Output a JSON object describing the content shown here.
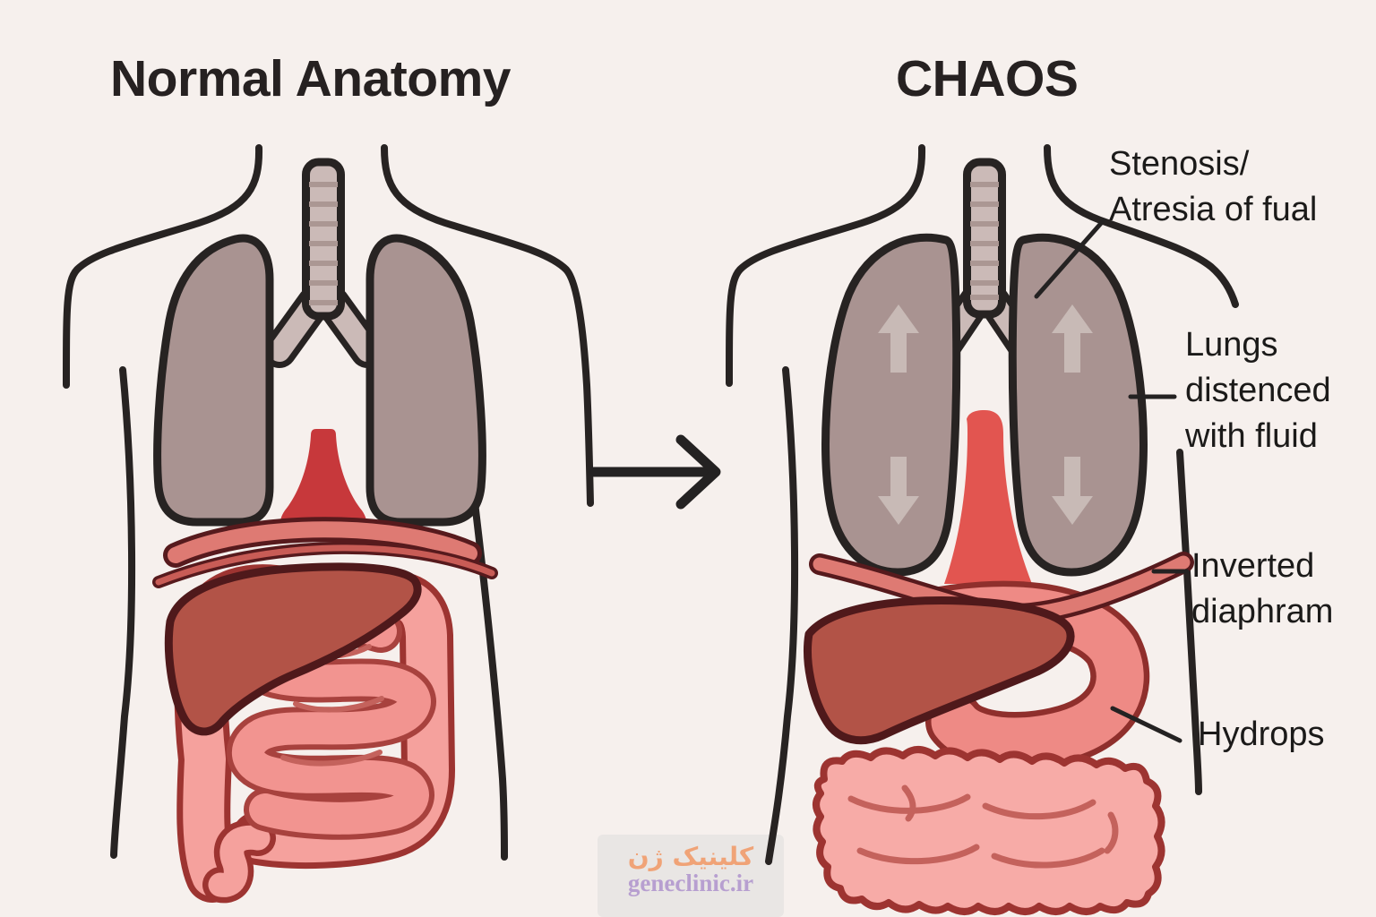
{
  "titles": {
    "left": "Normal Anatomy",
    "right": "CHAOS"
  },
  "annotations": {
    "stenosis": {
      "lines": [
        "Stenosis/",
        "Atresia of fual"
      ]
    },
    "lungs_distended": {
      "lines": [
        "Lungs",
        "distenced",
        "with fluid"
      ]
    },
    "inverted_diaphragm": {
      "lines": [
        "Inverted",
        "diaphram"
      ]
    },
    "hydrops": {
      "lines": [
        "Hydrops"
      ]
    }
  },
  "watermark": {
    "persian": "کلینیک ژن",
    "latin": "geneclinic.ir"
  },
  "icons": {
    "center_arrow": "arrow-right",
    "lung_top_arrows": "arrow-up",
    "lung_bottom_arrows": "arrow-down"
  },
  "colors": {
    "bg": "#f6f0ed",
    "outline": "#272322",
    "title_text": "#262121",
    "label_text": "#1b1a19",
    "leader": "#242222",
    "lung": "#a99391",
    "lung_arrow": "#c8bab6",
    "trachea": "#cbbab7",
    "trachea_ring": "#ab9793",
    "esophagus_red": "#c7383b",
    "mediastinum_red": "#e25550",
    "diaphragm_band": "#de7a73",
    "diaphragm_band2": "#c85c56",
    "diaphragm_edge": "#571a1d",
    "liver": "#b25347",
    "liver_outline": "#4f191b",
    "colon_fill": "#f5a19d",
    "colon_outline": "#9d3431",
    "small_int_fill": "#f29490",
    "small_int_outline": "#a8423e",
    "int_detail": "#c4625c",
    "stomach_fill": "#ee8a85",
    "stomach_outline": "#8f2f2c",
    "mass_fill": "#f7aba7",
    "watermark_bg": "#e9e6e4",
    "watermark_orange": "#f0a377",
    "watermark_purple": "#b79fd0"
  }
}
